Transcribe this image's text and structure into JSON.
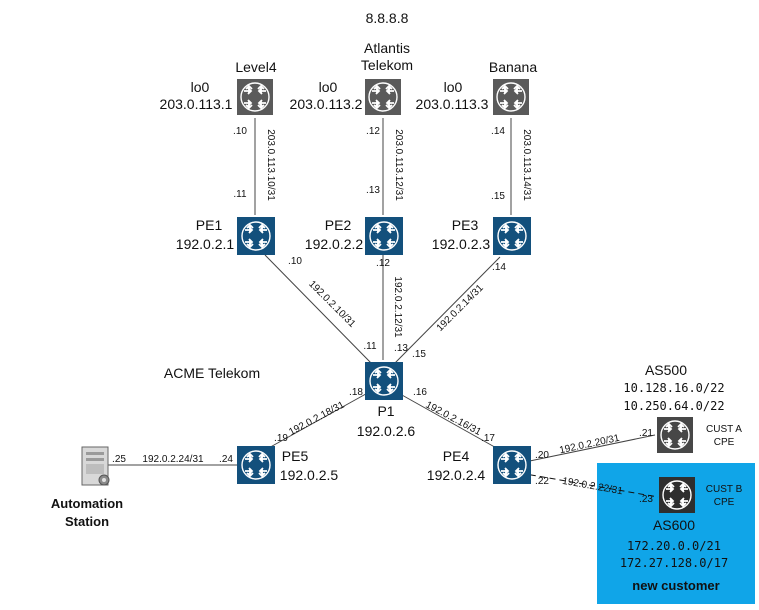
{
  "internet": {
    "label": "8.8.8.8"
  },
  "routers": {
    "level4": {
      "name": "Level4",
      "lo_label": "lo0",
      "ip": "203.0.113.1"
    },
    "atlantis": {
      "name_line1": "Atlantis",
      "name_line2": "Telekom",
      "lo_label": "lo0",
      "ip": "203.0.113.2"
    },
    "banana": {
      "name": "Banana",
      "lo_label": "lo0",
      "ip": "203.0.113.3"
    },
    "pe1": {
      "name": "PE1",
      "ip": "192.0.2.1"
    },
    "pe2": {
      "name": "PE2",
      "ip": "192.0.2.2"
    },
    "pe3": {
      "name": "PE3",
      "ip": "192.0.2.3"
    },
    "p1": {
      "name": "P1",
      "ip": "192.0.2.6"
    },
    "pe4": {
      "name": "PE4",
      "ip": "192.0.2.4"
    },
    "pe5": {
      "name": "PE5",
      "ip": "192.0.2.5"
    },
    "custa": {
      "label1": "CUST A",
      "label2": "CPE"
    },
    "custb": {
      "label1": "CUST B",
      "label2": "CPE"
    }
  },
  "as_label": "ACME Telekom",
  "as500": {
    "name": "AS500",
    "prefix1": "10.128.16.0/22",
    "prefix2": "10.250.64.0/22"
  },
  "as600": {
    "name": "AS600",
    "prefix1": "172.20.0.0/21",
    "prefix2": "172.27.128.0/17",
    "note": "new customer"
  },
  "automation": {
    "line1": "Automation",
    "line2": "Station"
  },
  "links": {
    "l4_pe1": {
      "subnet": "203.0.113.10/31",
      "a": ".10",
      "b": ".11"
    },
    "at_pe2": {
      "subnet": "203.0.113.12/31",
      "a": ".12",
      "b": ".13"
    },
    "ba_pe3": {
      "subnet": "203.0.113.14/31",
      "a": ".14",
      "b": ".15"
    },
    "pe1_p1": {
      "subnet": "192.0.2.10/31",
      "a": ".10",
      "b": ".11"
    },
    "pe2_p1": {
      "subnet": "192.0.2.12/31",
      "a": ".12",
      "b": ".13"
    },
    "pe3_p1": {
      "subnet": "192.0.2.14/31",
      "a": ".14",
      "b": ".15"
    },
    "p1_pe5": {
      "subnet": "192.0.2.18/31",
      "a": ".18",
      "b": ".19"
    },
    "p1_pe4": {
      "subnet": "192.0.2.16/31",
      "a": ".16",
      "b": ".17"
    },
    "pe5_auto": {
      "subnet": "192.0.2.24/31",
      "a": ".24",
      "b": ".25"
    },
    "pe4_ca": {
      "subnet": "192.0.2.20/31",
      "a": ".20",
      "b": ".21"
    },
    "pe4_cb": {
      "subnet": "192.0.2.22/31",
      "a": ".22",
      "b": ".23"
    }
  },
  "colors": {
    "pe_router": "#13507c",
    "peer_router": "#5a5a5a",
    "highlight": "#10a5e8",
    "custa_router": "#474747",
    "custb_router": "#2e2e2e"
  }
}
